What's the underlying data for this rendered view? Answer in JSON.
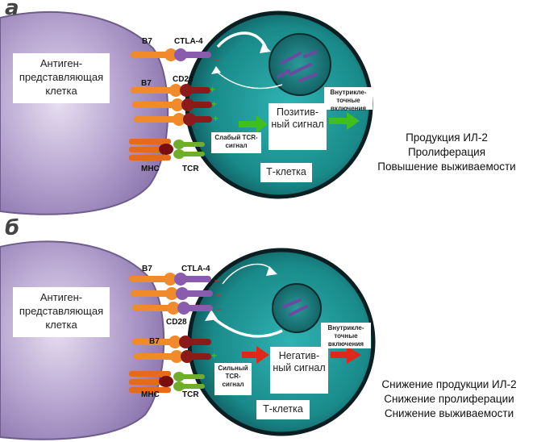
{
  "panels": [
    {
      "letter": "а",
      "apc_label": "Антиген-представляющая клетка",
      "b7_top": "B7",
      "ctla4": "CTLA-4",
      "b7_lower": "B7",
      "cd28": "CD28",
      "mhc": "MHC",
      "tcr": "TCR",
      "tcr_signal": "Слабый TCR-сигнал",
      "signal": "Позитив-ный сигнал",
      "inclusions": "Внутрикле-точные включения",
      "tcell": "Т-клетка",
      "outcome": [
        "Продукция ИЛ-2",
        "Пролиферация",
        "Повышение выживаемости"
      ],
      "arrow_color": "#3fbf1f"
    },
    {
      "letter": "б",
      "apc_label": "Антиген-представляющая клетка",
      "b7_top": "B7",
      "ctla4": "CTLA-4",
      "b7_lower": "B7",
      "cd28": "CD28",
      "mhc": "MHC",
      "tcr": "TCR",
      "tcr_signal": "Сильный TCR-сигнал",
      "signal": "Негатив-ный сигнал",
      "inclusions": "Внутрикле-точные включения",
      "tcell": "Т-клетка",
      "outcome": [
        "Снижение продукции ИЛ-2",
        "Снижение пролиферации",
        "Снижение выживаемости"
      ],
      "arrow_color": "#e0281a"
    }
  ]
}
